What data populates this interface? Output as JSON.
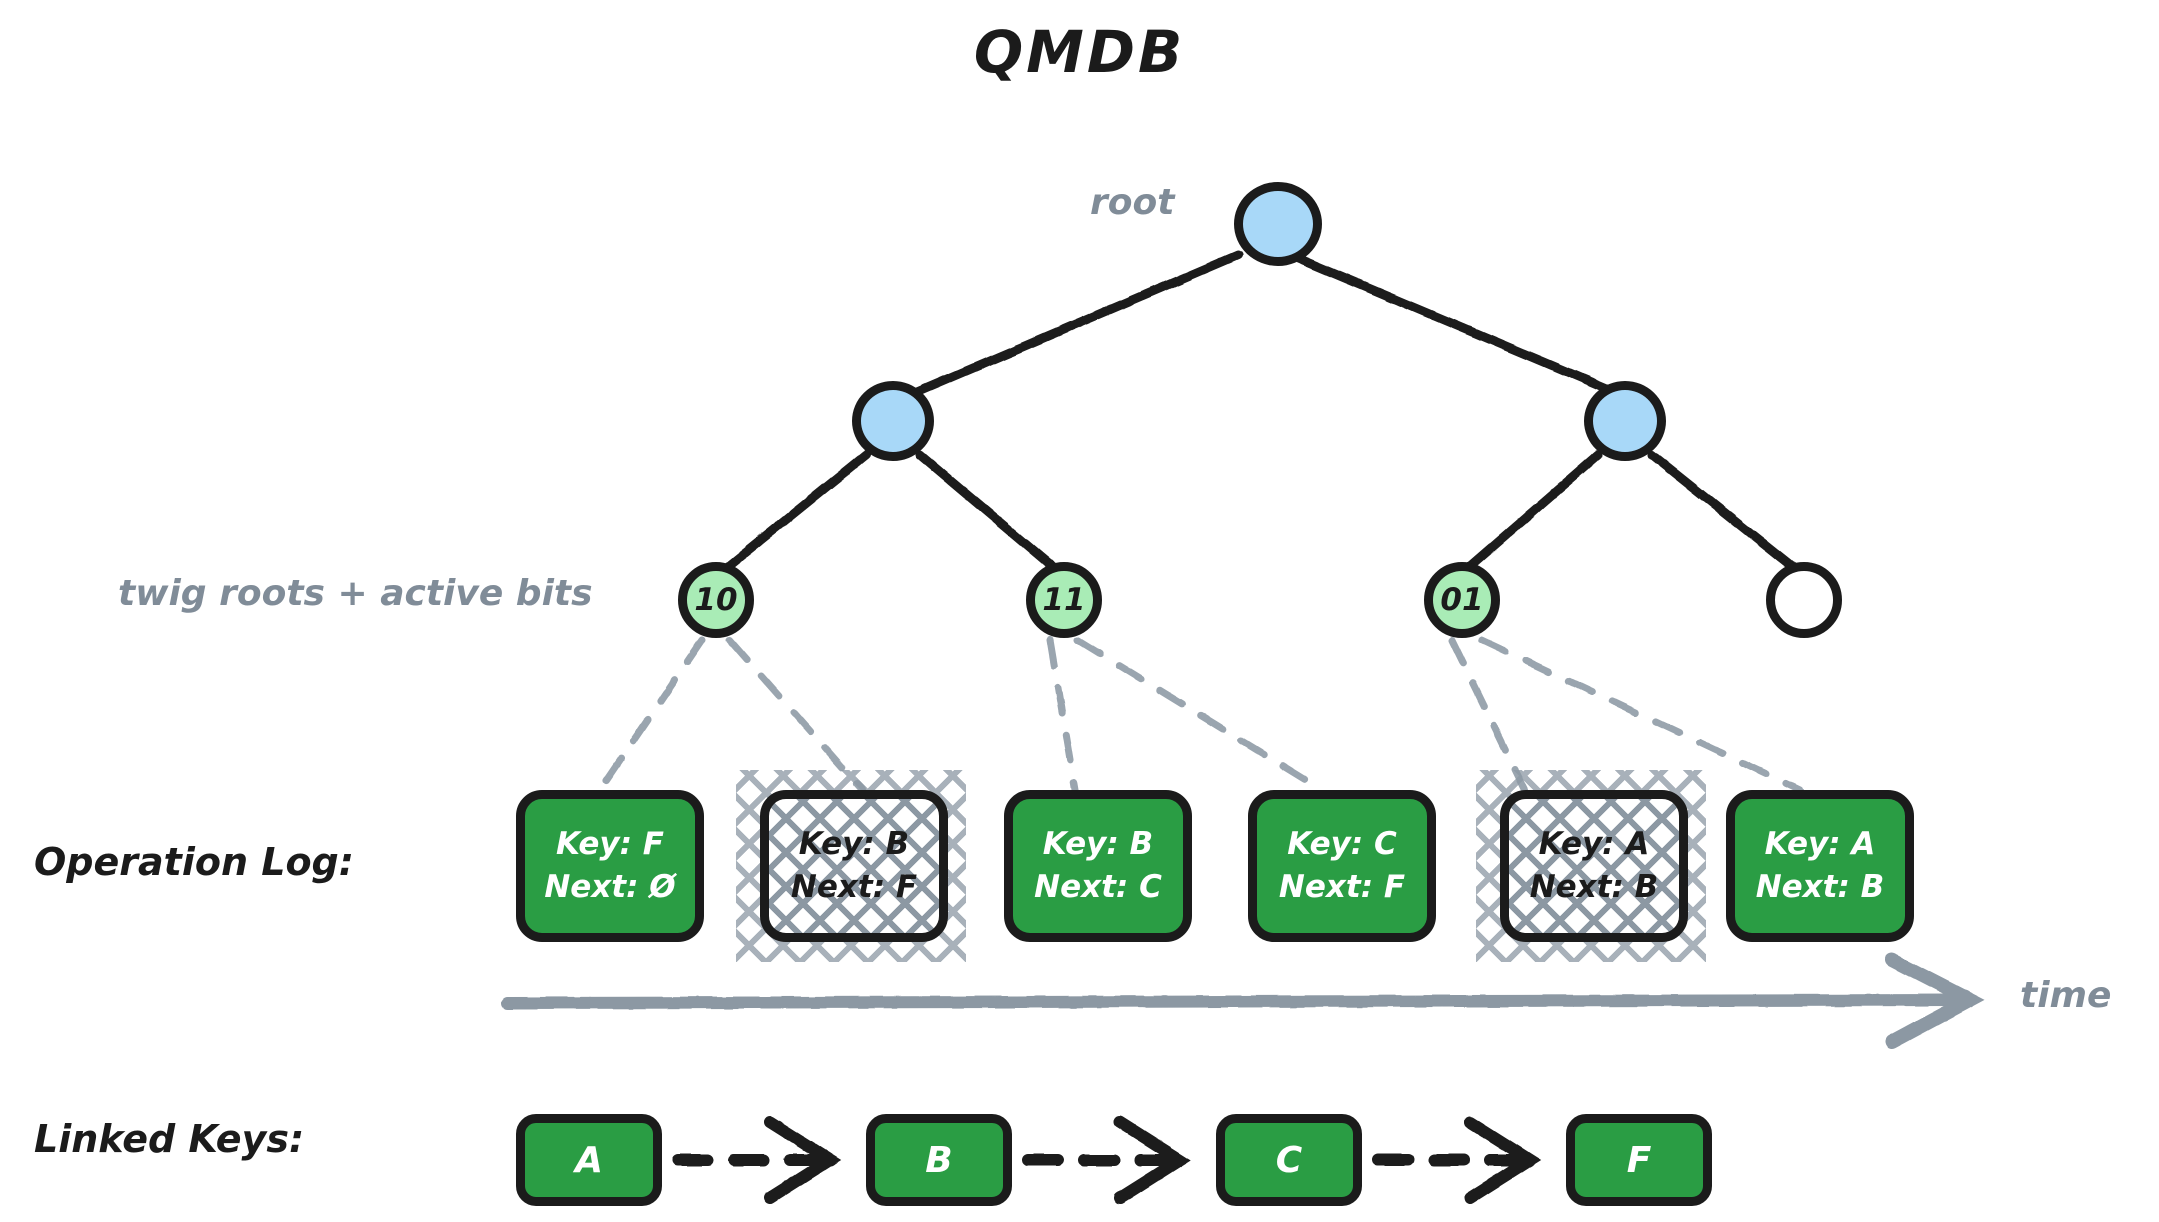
{
  "title": "QMDB",
  "colors": {
    "internal_node": "#a8d8f8",
    "twig_node": "#a9ecb6",
    "active_entry": "#2a9d44",
    "stroke": "#1b1b1b",
    "muted": "#808c98",
    "hatch": "#8c98a3"
  },
  "labels": {
    "root": "root",
    "twig_roots": "twig roots + active bits",
    "operation_log": "Operation Log:",
    "linked_keys": "Linked Keys:",
    "time": "time"
  },
  "tree": {
    "root": {
      "id": "root",
      "fill": "blue",
      "text": ""
    },
    "level2": [
      {
        "id": "n-left",
        "fill": "blue",
        "text": ""
      },
      {
        "id": "n-right",
        "fill": "blue",
        "text": ""
      }
    ],
    "twigs": [
      {
        "id": "twig-10",
        "fill": "green",
        "text": "10",
        "active_bits": "10"
      },
      {
        "id": "twig-11",
        "fill": "green",
        "text": "11",
        "active_bits": "11"
      },
      {
        "id": "twig-01",
        "fill": "green",
        "text": "01",
        "active_bits": "01"
      },
      {
        "id": "twig-empty",
        "fill": "empty",
        "text": "",
        "active_bits": ""
      }
    ]
  },
  "operation_log": {
    "entries": [
      {
        "key_label": "Key: F",
        "next_label": "Next: Ø",
        "key": "F",
        "next": "Ø",
        "state": "active"
      },
      {
        "key_label": "Key: B",
        "next_label": "Next: F",
        "key": "B",
        "next": "F",
        "state": "obsolete"
      },
      {
        "key_label": "Key: B",
        "next_label": "Next: C",
        "key": "B",
        "next": "C",
        "state": "active"
      },
      {
        "key_label": "Key: C",
        "next_label": "Next: F",
        "key": "C",
        "next": "F",
        "state": "active"
      },
      {
        "key_label": "Key: A",
        "next_label": "Next: B",
        "key": "A",
        "next": "B",
        "state": "obsolete"
      },
      {
        "key_label": "Key: A",
        "next_label": "Next: B",
        "key": "A",
        "next": "B",
        "state": "active"
      }
    ]
  },
  "linked_keys": {
    "nodes": [
      "A",
      "B",
      "C",
      "F"
    ],
    "arrow_style": "dashed"
  }
}
